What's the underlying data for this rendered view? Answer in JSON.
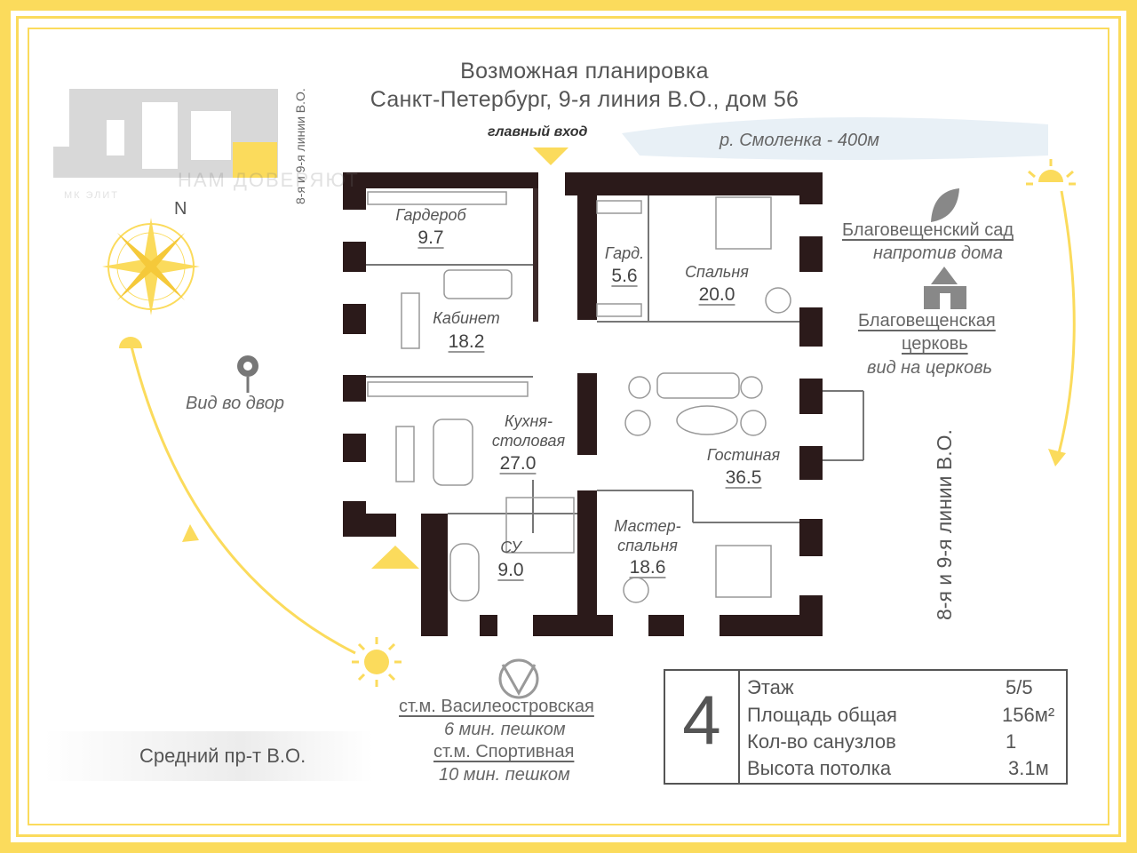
{
  "title_line1": "Возможная планировка",
  "title_line2": "Санкт-Петербург, 9-я линия В.О., дом 56",
  "main_entrance": "главный вход",
  "river": "р. Смоленка - 400м",
  "lines_vertical": "8-я и 9-я линии В.О.",
  "lines_small": "8-я и 9-я линии В.О.",
  "compass_north": "N",
  "watermark_logo": "МК ЭЛИТ",
  "watermark_text": "НАМ ДОВЕРЯЮТ",
  "yard_view": "Вид во двор",
  "garden_name": "Благовещенский сад",
  "garden_note": "напротив дома",
  "church_name_1": "Благовещенская",
  "church_name_2": "церковь",
  "church_note": "вид на церковь",
  "street": "Средний пр-т В.О.",
  "metro": {
    "station1": "ст.м. Василеостровская",
    "time1": "6 мин. пешком",
    "station2": "ст.м. Спортивная",
    "time2": "10 мин. пешком"
  },
  "rooms": {
    "wardrobe": {
      "name": "Гардероб",
      "area": "9.7"
    },
    "study": {
      "name": "Кабинет",
      "area": "18.2"
    },
    "kitchen": {
      "name1": "Кухня-",
      "name2": "столовая",
      "area": "27.0"
    },
    "bath": {
      "name": "СУ",
      "area": "9.0"
    },
    "gard_small": {
      "name": "Гард.",
      "area": "5.6"
    },
    "bedroom": {
      "name": "Спальня",
      "area": "20.0"
    },
    "living": {
      "name": "Гостиная",
      "area": "36.5"
    },
    "master": {
      "name1": "Мастер-",
      "name2": "спальня",
      "area": "18.6"
    }
  },
  "info": {
    "rooms_count": "4",
    "rows": [
      {
        "label": "Этаж",
        "value": "5/5"
      },
      {
        "label": "Площадь общая",
        "value": "156м²"
      },
      {
        "label": "Кол-во санузлов",
        "value": "1"
      },
      {
        "label": "Высота потолка",
        "value": "3.1м"
      }
    ]
  },
  "colors": {
    "accent": "#fbdb5c",
    "wall": "#2b1a1a",
    "text": "#555555"
  }
}
